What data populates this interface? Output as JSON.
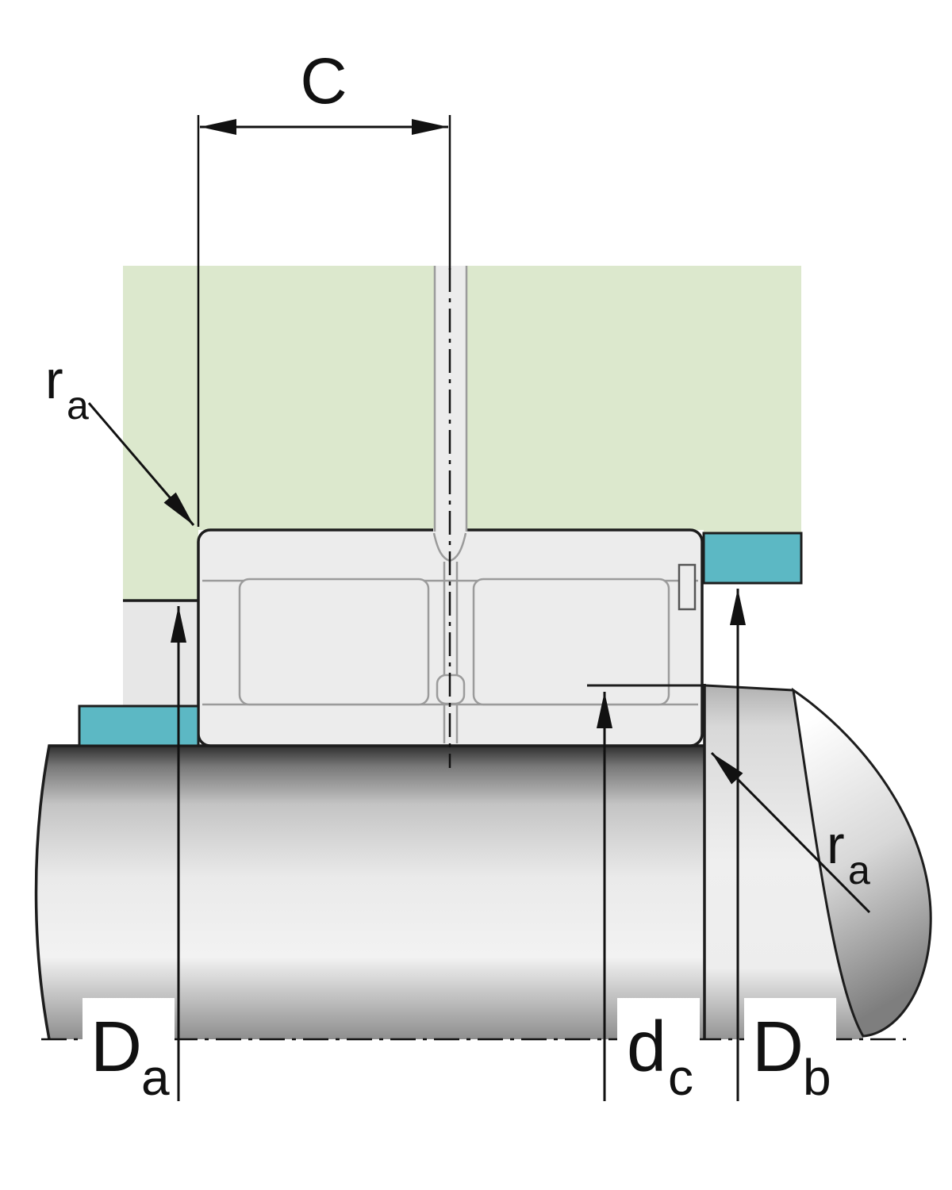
{
  "figure": {
    "title": "Bearing mounting cross-section with abutment dimensions",
    "type": "technical-drawing",
    "dimension_labels": {
      "width": "C",
      "fillet_top": {
        "base": "r",
        "sub": "a"
      },
      "fillet_right": {
        "base": "r",
        "sub": "a"
      },
      "housing_abutment_diameter": {
        "base": "D",
        "sub": "a"
      },
      "shaft_abutment_diameter": {
        "base": "d",
        "sub": "c"
      },
      "retaining_ring_diameter": {
        "base": "D",
        "sub": "b"
      }
    },
    "colors": {
      "housing_green": "#dce8cd",
      "ring_teal": "#5cb8c4",
      "component_gray": "#ececec",
      "outline_dark": "#1d1d1d",
      "detail_gray": "#9b9b9b",
      "background": "#ffffff"
    }
  }
}
